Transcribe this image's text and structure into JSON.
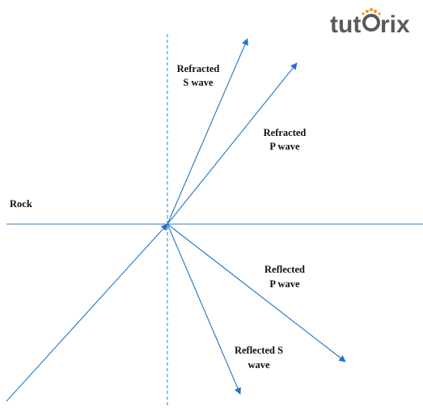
{
  "logo": {
    "text_left": "tut",
    "text_o": "o",
    "text_right": "rix",
    "brand_orange": "#f7941d",
    "brand_gray": "#5a5a5a"
  },
  "colors": {
    "line": "#2f7fc8",
    "arrow": "#1c74c9",
    "label": "#111111"
  },
  "labels": {
    "rock": "Rock",
    "refracted_s_line1": "Refracted",
    "refracted_s_line2": "S wave",
    "refracted_p_line1": "Refracted",
    "refracted_p_line2": "P wave",
    "reflected_p_line1": "Reflected",
    "reflected_p_line2": "P wave",
    "reflected_s_line1": "Reflected S",
    "reflected_s_line2": "wave"
  }
}
